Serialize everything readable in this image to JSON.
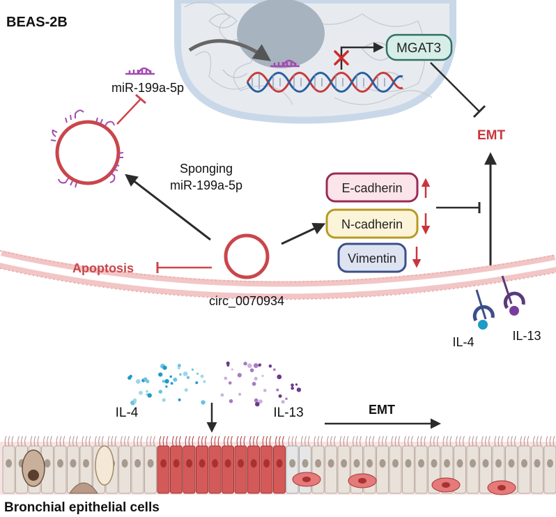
{
  "cell_line": "BEAS-2B",
  "mirna": "miR-199a-5p",
  "target_gene": "MGAT3",
  "emt": "EMT",
  "sponging_line1": "Sponging",
  "sponging_line2": "miR-199a-5p",
  "circrna": "circ_0070934",
  "apoptosis": "Apoptosis",
  "markers": [
    {
      "label": "E-cadherin",
      "change": "up"
    },
    {
      "label": "N-cadherin",
      "change": "down"
    },
    {
      "label": "Vimentin",
      "change": "down"
    }
  ],
  "receptors": [
    "IL-4",
    "IL-13"
  ],
  "tissue_il4": "IL-4",
  "tissue_il13": "IL-13",
  "tissue_emt": "EMT",
  "tissue_caption": "Bronchial epithelial cells",
  "colors": {
    "inhibit_red": "#c9464b",
    "mirna_purple": "#a24bb0",
    "emt_text": "#c9353b",
    "nucleus_fill": "#e4e8ed",
    "nucleolus": "#a7b3be",
    "mgat3_fill": "#d6ede8",
    "mgat3_stroke": "#2f6f62"
  }
}
